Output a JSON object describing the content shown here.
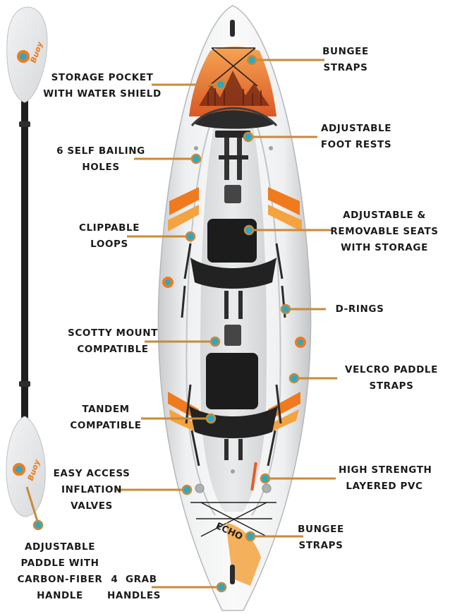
{
  "labels": {
    "storage_pocket": [
      "STORAGE POCKET",
      "WITH WATER SHIELD"
    ],
    "self_bailing": [
      "6 SELF BAILING",
      "HOLES"
    ],
    "clippable": [
      "CLIPPABLE",
      "LOOPS"
    ],
    "scotty": [
      "SCOTTY MOUNT",
      "COMPATIBLE"
    ],
    "tandem": [
      "TANDEM",
      "COMPATIBLE"
    ],
    "valves": [
      "EASY ACCESS",
      "INFLATION",
      "VALVES"
    ],
    "paddle": [
      "ADJUSTABLE",
      "PADDLE WITH",
      "CARBON-FIBER",
      "HANDLE"
    ],
    "grab": [
      "4  GRAB",
      "HANDLES"
    ],
    "bungee_top": [
      "BUNGEE",
      "STRAPS"
    ],
    "foot_rests": [
      "ADJUSTABLE",
      "FOOT RESTS"
    ],
    "seats": [
      "ADJUSTABLE &",
      "REMOVABLE SEATS",
      "WITH STORAGE"
    ],
    "drings": [
      "D-RINGS"
    ],
    "velcro": [
      "VELCRO PADDLE",
      "STRAPS"
    ],
    "pvc": [
      "HIGH STRENGTH",
      "LAYERED PVC"
    ],
    "bungee_bottom": [
      "BUNGEE",
      "STRAPS"
    ]
  },
  "brand": {
    "paddle_logo_text": "Buoy",
    "hull_text": "ECHO"
  },
  "colors": {
    "callout_teal": "#2aa9c4",
    "callout_line": "#c98a3a",
    "hull_orange": "#f07a1e",
    "hull_white": "#e9eaeb",
    "seat_black": "#1c1c1c"
  }
}
